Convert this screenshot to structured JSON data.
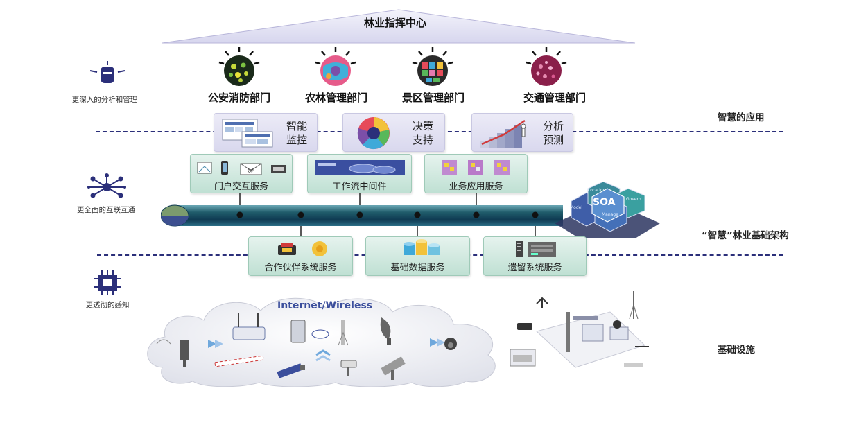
{
  "roof": {
    "title": "林业指挥中心"
  },
  "departments": [
    {
      "label": "公安消防部门"
    },
    {
      "label": "农林管理部门"
    },
    {
      "label": "景区管理部门"
    },
    {
      "label": "交通管理部门"
    }
  ],
  "side": {
    "management": "更深入的分析和管理",
    "connectivity": "更全面的互联互通",
    "perception": "更透彻的感知"
  },
  "layers": {
    "applications": "智慧的应用",
    "architecture": "“智慧”林业基础架构",
    "infrastructure": "基础设施"
  },
  "apps": [
    {
      "line1": "智能",
      "line2": "监控"
    },
    {
      "line1": "决策",
      "line2": "支持"
    },
    {
      "line1": "分析",
      "line2": "预测"
    }
  ],
  "services_top": [
    {
      "label": "门户交互服务"
    },
    {
      "label": "工作流中间件"
    },
    {
      "label": "业务应用服务"
    }
  ],
  "services_bottom": [
    {
      "label": "合作伙伴系统服务"
    },
    {
      "label": "基础数据服务"
    },
    {
      "label": "遗留系统服务"
    }
  ],
  "soa": {
    "center": "SOA",
    "petals": [
      "Location",
      "Govern",
      "Model",
      "Manage"
    ]
  },
  "cloud": {
    "title": "Internet/Wireless"
  },
  "colors": {
    "navy": "#2b2f7a",
    "lavender": "#dcdbef",
    "mint": "#c6e4d8",
    "bus": "#1f5b6a"
  }
}
